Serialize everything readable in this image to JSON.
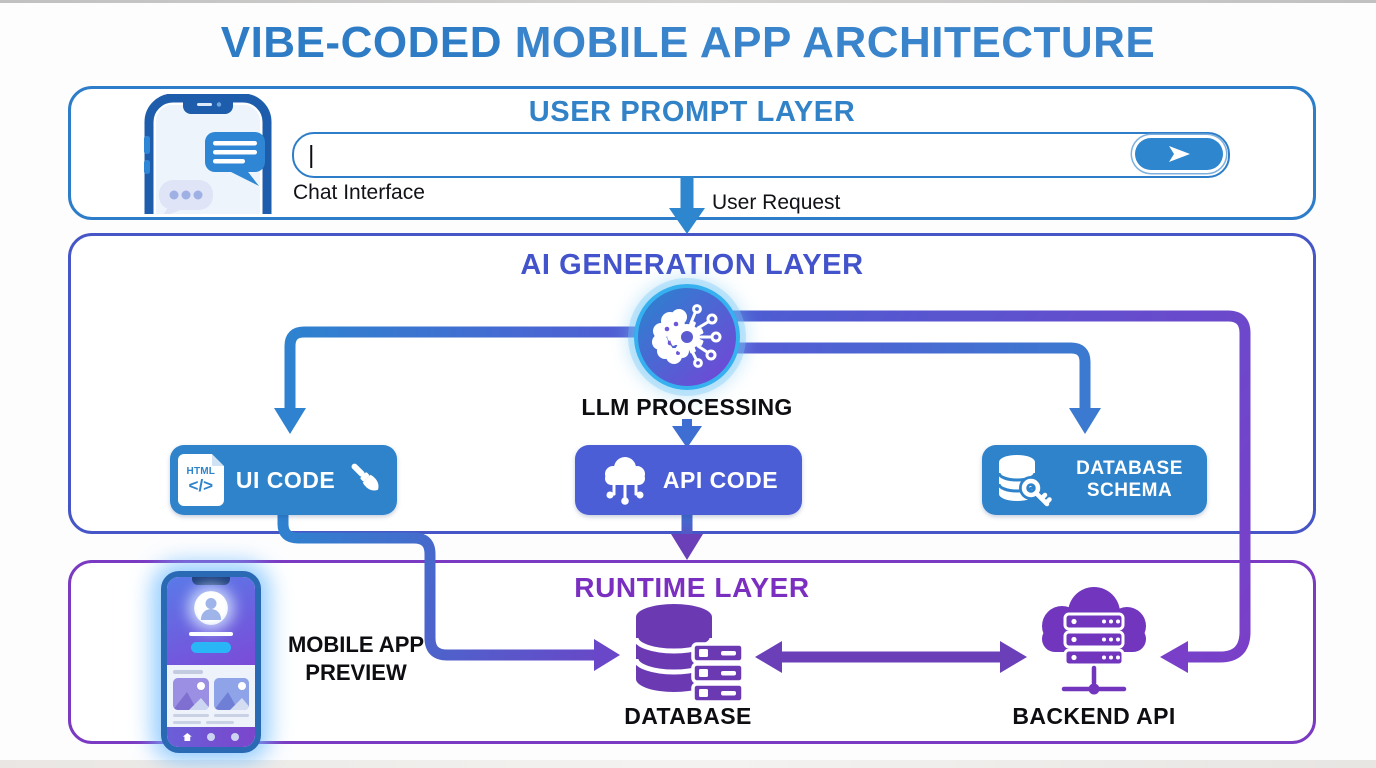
{
  "title": {
    "highlight": "VIBE-CODED",
    "rest": " MOBILE APP ARCHITECTURE"
  },
  "user_prompt_layer": {
    "title": "USER PROMPT LAYER",
    "phone_icon": "chat-phone-icon",
    "chat_input": {
      "value": "",
      "cursor": "|"
    },
    "send_button_icon": "paper-plane-send-icon",
    "caption": "Chat Interface"
  },
  "flow": {
    "user_request_label": "User Request"
  },
  "ai_layer": {
    "title": "AI GENERATION LAYER",
    "llm_node": {
      "label": "LLM PROCESSING",
      "icon": "brain-gear-circuit-icon"
    },
    "outputs": [
      {
        "label": "UI CODE",
        "badge": "HTML",
        "glyph": "</>",
        "icons": [
          "html-file-code-icon",
          "paintbrush-icon"
        ]
      },
      {
        "label": "API CODE",
        "icons": [
          "cloud-network-icon"
        ]
      },
      {
        "label": "DATABASE SCHEMA",
        "icons": [
          "database-key-icon"
        ]
      }
    ]
  },
  "runtime_layer": {
    "title": "RUNTIME LAYER",
    "mobile_preview": {
      "label": "MOBILE APP PREVIEW",
      "icon": "mobile-app-preview-phone-icon"
    },
    "database": {
      "label": "DATABASE",
      "icon": "database-cylinder-server-icon"
    },
    "backend": {
      "label": "BACKEND API",
      "icon": "cloud-server-icon"
    }
  },
  "colors": {
    "title_blue": "#2e7cc5",
    "user_border": "#2d7dc8",
    "ai_border": "#4756c6",
    "runtime_border": "#7b3ac2",
    "node_blue": "#2e83ca",
    "node_indigo": "#4b5ed5",
    "arrow_blue": "#2e86cf",
    "arrow_purple": "#6a3fb8",
    "db_purple": "#6b3ab3",
    "cloud_purple": "#7136bd",
    "ring_blue": "#36b0ee"
  }
}
